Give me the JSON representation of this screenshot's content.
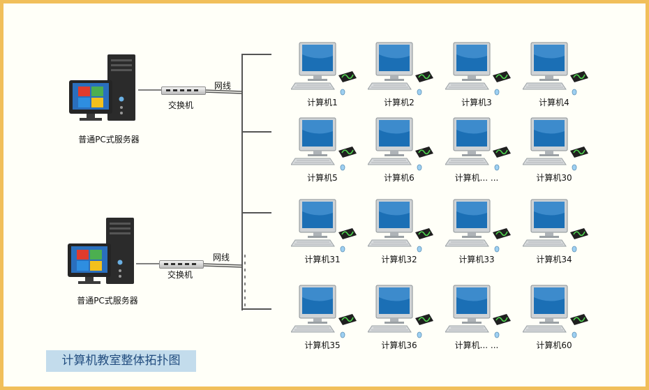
{
  "diagram": {
    "title": "计算机教室整体拓扑图",
    "cable_label": "网线",
    "servers": [
      {
        "label": "普通PC式服务器",
        "switch_label": "交换机"
      },
      {
        "label": "普通PC式服务器",
        "switch_label": "交换机"
      }
    ],
    "workstation_rows": [
      [
        "计算机1",
        "计算机2",
        "计算机3",
        "计算机4"
      ],
      [
        "计算机5",
        "计算机6",
        "计算机... ...",
        "计算机30"
      ],
      [
        "计算机31",
        "计算机32",
        "计算机33",
        "计算机34"
      ],
      [
        "计算机35",
        "计算机36",
        "计算机... ...",
        "计算机60"
      ]
    ]
  },
  "colors": {
    "border": "#f1bf5b",
    "title_background": "#c3dcec",
    "title_text": "#224d7f",
    "screen": "#1b6fb5"
  }
}
